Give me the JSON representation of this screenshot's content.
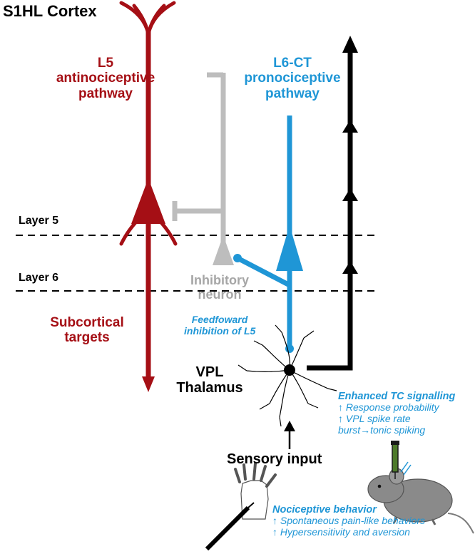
{
  "title": "S1HL Cortex",
  "l5": {
    "line1": "L5",
    "line2": "antinociceptive",
    "line3": "pathway"
  },
  "l6ct": {
    "line1": "L6-CT",
    "line2": "pronociceptive",
    "line3": "pathway"
  },
  "layers": {
    "layer5": "Layer 5",
    "layer6": "Layer 6"
  },
  "inhibitory": {
    "line1": "Inhibitory",
    "line2": "neuron"
  },
  "subcortical": {
    "line1": "Subcortical",
    "line2": "targets"
  },
  "feedforward": {
    "line1": "Feedfoward",
    "line2": "inhibition of L5"
  },
  "vpl": {
    "line1": "VPL",
    "line2": "Thalamus"
  },
  "tc": {
    "heading": "Enhanced TC signalling",
    "item1": "↑ Response probability",
    "item2": "↑ VPL spike rate",
    "item3": "burst→tonic spiking"
  },
  "sensory": "Sensory input",
  "nociceptive": {
    "heading": "Nociceptive behavior",
    "item1": "↑ Spontaneous pain-like behaviors",
    "item2": "↑ Hypersensitivity and aversion"
  },
  "colors": {
    "l5_red": "#a50f15",
    "l6_blue": "#1f96d6",
    "inhibitory_gray": "#bdbdbd",
    "thalamocortical_black": "#000000"
  }
}
